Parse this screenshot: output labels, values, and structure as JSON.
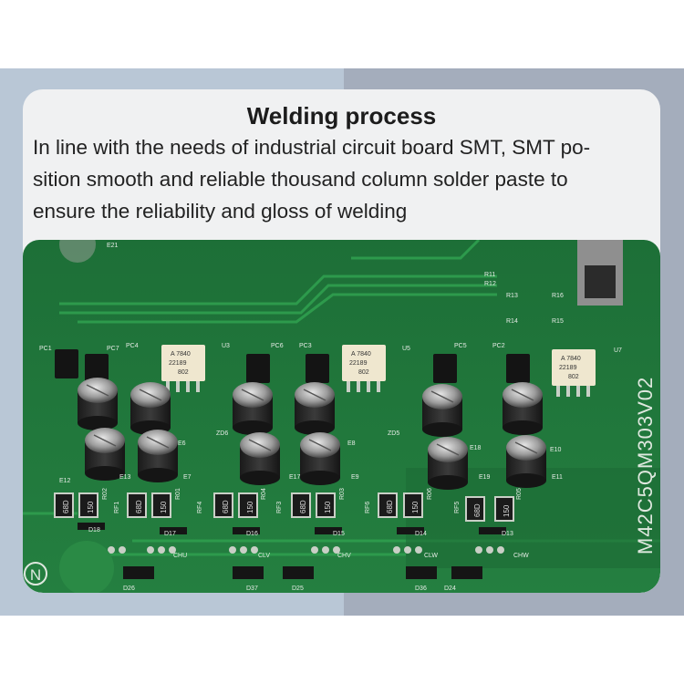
{
  "heading": "Welding process",
  "description_lines": [
    "In line with the needs of industrial circuit board SMT, SMT po-",
    "sition smooth and reliable thousand column solder paste to",
    "ensure the reliability and gloss of welding"
  ],
  "board": {
    "part_number": "M42C5QM303V02",
    "optocoupler_marking": "A 7840",
    "optocoupler_code": "22189",
    "optocoupler_suffix": "802",
    "resistor_marking": "68D",
    "resistor_marking_alt": "150",
    "labels": [
      "E21",
      "R11",
      "R12",
      "R13",
      "R14",
      "R15",
      "R16",
      "PC1",
      "PC7",
      "PC4",
      "PC6",
      "PC3",
      "PC5",
      "PC2",
      "U3",
      "U5",
      "U7",
      "E6",
      "E8",
      "E18",
      "E10",
      "ZD6",
      "ZD5",
      "E13",
      "E7",
      "E17",
      "E9",
      "E19",
      "E11",
      "R02",
      "R01",
      "R04",
      "R03",
      "R06",
      "R05",
      "RF1",
      "RF4",
      "RF3",
      "RF6",
      "RF5",
      "D18",
      "D17",
      "D16",
      "D15",
      "D14",
      "D13",
      "D26",
      "D37",
      "D25",
      "D36",
      "D24",
      "CHU",
      "CLV",
      "CHV",
      "CLW",
      "CHW",
      "E12",
      "N"
    ],
    "colors": {
      "board": "#1f7a3b",
      "trace": "#2a9247",
      "pad": "#c9cfc6",
      "capacitor": "#2b2b2b",
      "opto": "#efe7cf"
    }
  }
}
